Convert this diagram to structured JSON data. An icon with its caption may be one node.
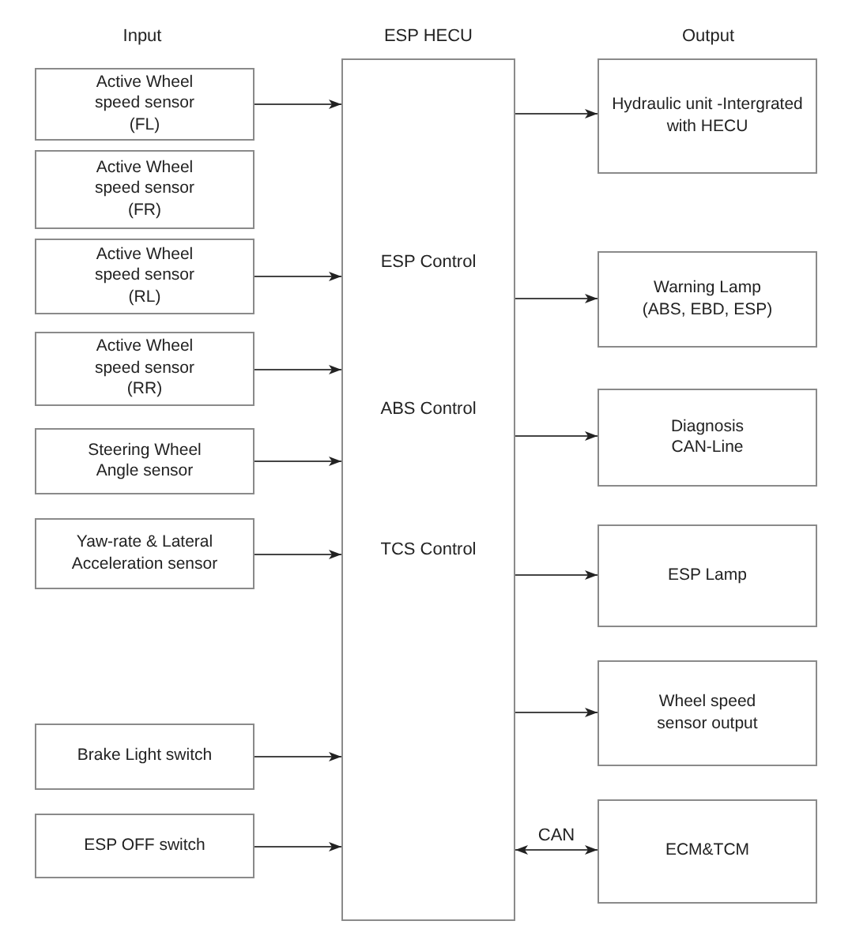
{
  "diagram": {
    "nodes": [
      {
        "text": [
          "Active Wheel speed sensor (FL)"
        ]
      },
      {
        "text": [
          "Active Wheel speed sensor (FR)"
        ]
      },
      {
        "text": [
          "Active Wheel speed sensor (RL)"
        ]
      },
      {
        "text": [
          "Active Wheel speed sensor (RR)"
        ]
      },
      {
        "text": [
          "Steering Wheel Angle sensor"
        ]
      },
      {
        "text": [
          "Yaw-rate & Lateral Acceleration sensor"
        ]
      },
      {
        "text": [
          "Brake Light switch"
        ]
      },
      {
        "text": [
          "ESP OFF switch"
        ]
      },
      {
        "text": [
          "ESP HECU",
          "ESP Control",
          "ABS Control",
          "TCS Control"
        ]
      },
      {
        "text": [
          "Hydraulic unit -Intergrated with HECU"
        ]
      },
      {
        "text": [
          "Warning Lamp (ABS, EBD, ESP)"
        ]
      },
      {
        "text": [
          "Diagnosis CAN-Line"
        ]
      },
      {
        "text": [
          "ESP Lamp"
        ]
      },
      {
        "text": [
          "Wheel speed sensor output"
        ]
      },
      {
        "text": [
          "ECM&TCM"
        ]
      }
    ],
    "edges": [
      {
        "from": 0,
        "to": 8,
        "arrow": "to"
      },
      {
        "from": 2,
        "to": 8,
        "arrow": "to"
      },
      {
        "from": 3,
        "to": 8,
        "arrow": "to"
      },
      {
        "from": 4,
        "to": 8,
        "arrow": "to"
      },
      {
        "from": 5,
        "to": 8,
        "arrow": "to"
      },
      {
        "from": 6,
        "to": 8,
        "arrow": "to"
      },
      {
        "from": 7,
        "to": 8,
        "arrow": "to"
      },
      {
        "from": 8,
        "to": 9,
        "arrow": "to"
      },
      {
        "from": 8,
        "to": 10,
        "arrow": "to"
      },
      {
        "from": 8,
        "to": 11,
        "arrow": "to"
      },
      {
        "from": 8,
        "to": 12,
        "arrow": "to"
      },
      {
        "from": 8,
        "to": 13,
        "arrow": "to"
      },
      {
        "from": 8,
        "to": 14,
        "arrow": "both",
        "label": "CAN"
      }
    ],
    "labels": [
      "Input",
      "Output"
    ]
  }
}
